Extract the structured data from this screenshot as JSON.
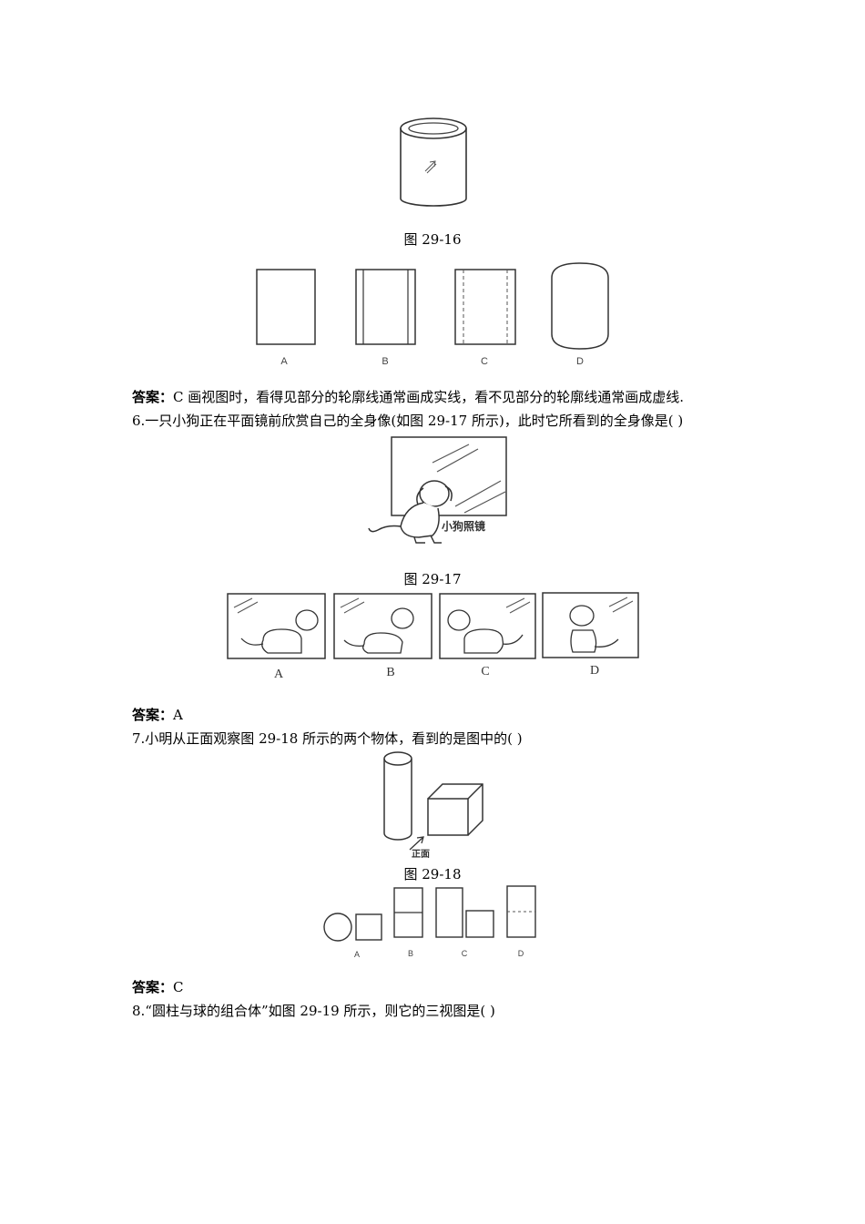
{
  "fig16": {
    "caption": "图 29-16",
    "options": [
      "A",
      "B",
      "C",
      "D"
    ]
  },
  "q5_answer": {
    "label": "答案：",
    "text": "C  画视图时，看得见部分的轮廓线通常画成实线，看不见部分的轮廓线通常画成虚线."
  },
  "q6": {
    "text": "6.一只小狗正在平面镜前欣赏自己的全身像(如图 29-17 所示)，此时它所看到的全身像是(    )"
  },
  "fig17": {
    "caption": "图 29-17",
    "inset_label": "小狗照镜",
    "options": [
      "A",
      "B",
      "C",
      "D"
    ]
  },
  "q6_answer": {
    "label": "答案：",
    "text": "A"
  },
  "q7": {
    "text": "7.小明从正面观察图 29-18 所示的两个物体，看到的是图中的(    )"
  },
  "fig18": {
    "caption": "图 29-18",
    "front_label": "正面",
    "options": [
      "A",
      "B",
      "C",
      "D"
    ]
  },
  "q7_answer": {
    "label": "答案：",
    "text": "C"
  },
  "q8": {
    "text": "8.“圆柱与球的组合体”如图 29-19 所示，则它的三视图是(    )"
  }
}
